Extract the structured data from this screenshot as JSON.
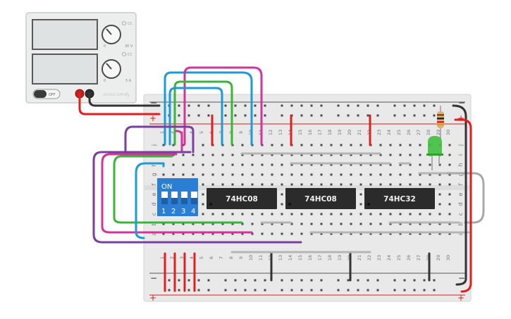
{
  "power_supply": {
    "knob1_label": "CC",
    "knob1_min": "0",
    "knob1_max": "30 V",
    "knob2_label": "CC",
    "knob2_min": "0",
    "knob2_max": "5 A",
    "switch_label": "OFF",
    "brand_text": "VOLTAGE SUPPLY"
  },
  "breadboard": {
    "column_numbers": [
      "1",
      "2",
      "3",
      "4",
      "5",
      "6",
      "7",
      "8",
      "9",
      "10",
      "11",
      "12",
      "13",
      "14",
      "15",
      "16",
      "17",
      "18",
      "19",
      "20",
      "21",
      "22",
      "23",
      "24",
      "25",
      "26",
      "27",
      "28",
      "29",
      "30"
    ],
    "row_letters_top": [
      "j",
      "i",
      "h",
      "g",
      "f"
    ],
    "row_letters_bottom": [
      "e",
      "d",
      "c",
      "b",
      "a"
    ],
    "rail_minus": "−",
    "rail_plus": "+"
  },
  "dip_switch": {
    "on_label": "ON",
    "numbers": [
      "1",
      "2",
      "3",
      "4"
    ]
  },
  "chips": [
    {
      "label": "74HC08"
    },
    {
      "label": "74HC08"
    },
    {
      "label": "74HC32"
    }
  ],
  "colors": {
    "wire_red": "#e02020",
    "wire_black": "#333333",
    "wire_blue": "#1e9ad6",
    "wire_green": "#3cb43c",
    "wire_magenta": "#d0359a",
    "wire_purple": "#7a3f9e",
    "wire_gray": "#a0a0a0",
    "dip_blue": "#2a7fd4",
    "led_green": "#3fbf3f",
    "chip_body": "#2b2b2b",
    "board": "#e9e9e9"
  }
}
